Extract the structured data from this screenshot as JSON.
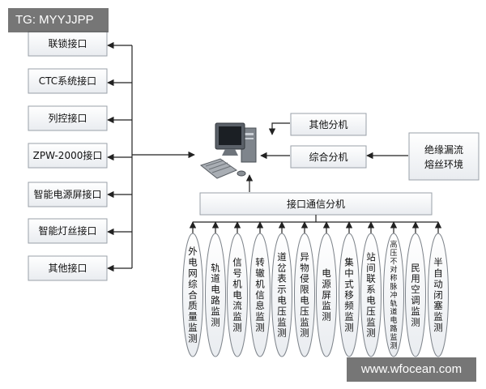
{
  "left_interfaces": [
    "联锁接口",
    "CTC系统接口",
    "列控接口",
    "ZPW-2000接口",
    "智能电源屏接口",
    "智能灯丝接口",
    "其他接口"
  ],
  "right_boxes": {
    "other_analyzer": "其他分机",
    "integrated_analyzer": "综合分机",
    "insulation_line1": "绝缘漏流",
    "insulation_line2": "熔丝环境"
  },
  "comm_analyzer": "接口通信分机",
  "monitors": [
    "外电网综合质量监测",
    "轨道电路监测",
    "信号机电流监测",
    "转辙机信息监测",
    "道岔表示电压监测",
    "异物侵限电压监测",
    "电源屏监测",
    "集中式移频监测",
    "站间联系电压监测",
    "高压不对称脉冲轨道电路监测",
    "民用空调监测",
    "半自动闭塞监测"
  ],
  "watermarks": {
    "top": "TG: MYYJJPP",
    "bottom": "www.wfocean.com"
  },
  "colors": {
    "line": "#222222",
    "box_stroke": "#9aa0a8",
    "box_fill_top": "#ffffff",
    "box_fill_bottom": "#e9ecf0"
  }
}
